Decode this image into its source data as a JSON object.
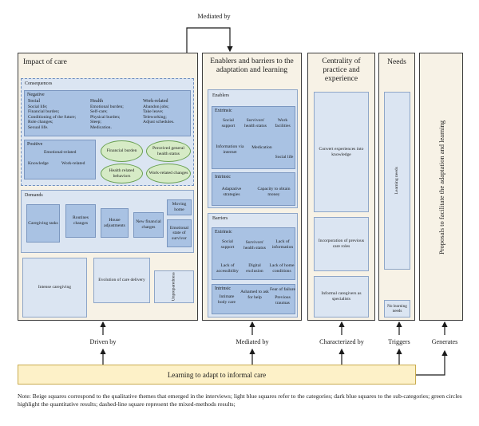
{
  "top_label": "Mediated by",
  "columns": {
    "impact": {
      "title": "Impact of care",
      "consequences": {
        "heading": "Consequences",
        "negative": "Negative",
        "social_title": "Social",
        "social_items": [
          "Social life;",
          "Financial burden;",
          "Conditioning of the future;",
          "Role changes;",
          "Sexual life."
        ],
        "health_title": "Health",
        "health_items": [
          "Emotional burden;",
          "Self-care;",
          "Physical burden;",
          "Sleep;",
          "Medication."
        ],
        "work_title": "Work-related",
        "work_items": [
          "Abandon jobs;",
          "Take leave;",
          "Teleworking;",
          "Adjust schedules."
        ],
        "positive": "Positive",
        "emotional": "Emotional-related",
        "knowledge": "Knowledge",
        "work_related": "Work-related",
        "green": [
          "Financial burden",
          "Perceived general health status",
          "Health related behaviors",
          "Work-related changes"
        ]
      },
      "demands": {
        "heading": "Demands",
        "items": [
          "Caregiving tasks",
          "Routines changes",
          "House adjustments",
          "New financial charges",
          "Moving home",
          "Emotional state of survivor"
        ]
      },
      "bottom": [
        "Intense caregiving",
        "Evolution of care delivery",
        "Unpreparedness"
      ]
    },
    "enablers": {
      "title": "Enablers and barriers to the adaptation and learning",
      "enablers_heading": "Enablers",
      "extrinsic": "Extrinsic",
      "enabler_extrinsic_items": [
        "Social support",
        "Survivors' health status",
        "Work facilities",
        "Information via internet",
        "Medication",
        "Social life"
      ],
      "intrinsic": "Intrinsic",
      "enabler_intrinsic_items": [
        "Adaptative strategies",
        "Capacity to obtain money"
      ],
      "barriers_heading": "Barriers",
      "barrier_extrinsic_items": [
        "Social support",
        "Survivors' health status",
        "Lack of information",
        "Lack of accessibility",
        "Digital exclusion",
        "Lack of home conditions"
      ],
      "barrier_intrinsic_items": [
        "Intimate body care",
        "Ashamed to ask for help",
        "Fear of failure",
        "Previous traumas"
      ]
    },
    "centrality": {
      "title": "Centrality of practice and experience",
      "items": [
        "Convert experiences into knowledge",
        "Incorporation of previous care roles",
        "Informal caregivers as specialists"
      ]
    },
    "needs": {
      "title": "Needs",
      "items": [
        "Learning needs",
        "No learning needs"
      ]
    },
    "proposals": {
      "title": "Proposals to facilitate the adaptation and learning"
    }
  },
  "connectors": [
    "Driven by",
    "Mediated by",
    "Characterized by",
    "Triggers",
    "Generates"
  ],
  "bottom_box": "Learning to adapt to informal care",
  "note": "Note: Beige squares correspond to the qualitative themes that emerged in the interviews; light blue squares refer to the categories; dark blue squares to the sub-categories; green circles highlight the quantitative results; dashed-line square represent the mixed-methods results;"
}
